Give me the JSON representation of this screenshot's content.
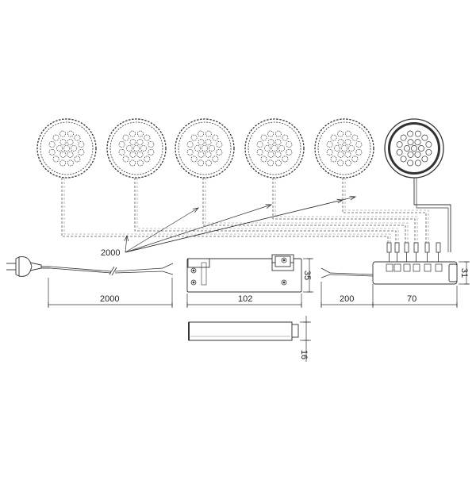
{
  "dimensions": {
    "lamp_cable_length": "2000",
    "mains_cable_length": "2000",
    "driver_length": "102",
    "driver_width": "35",
    "driver_height": "16",
    "output_cable_length": "200",
    "distributor_length": "70",
    "distributor_width": "31"
  },
  "lamps": {
    "count": 6,
    "connected_count": 5,
    "led_rings": [
      1,
      6,
      12
    ]
  },
  "colors": {
    "line": "#3a3a3a",
    "dashed": "#555555",
    "fill": "#ffffff"
  }
}
